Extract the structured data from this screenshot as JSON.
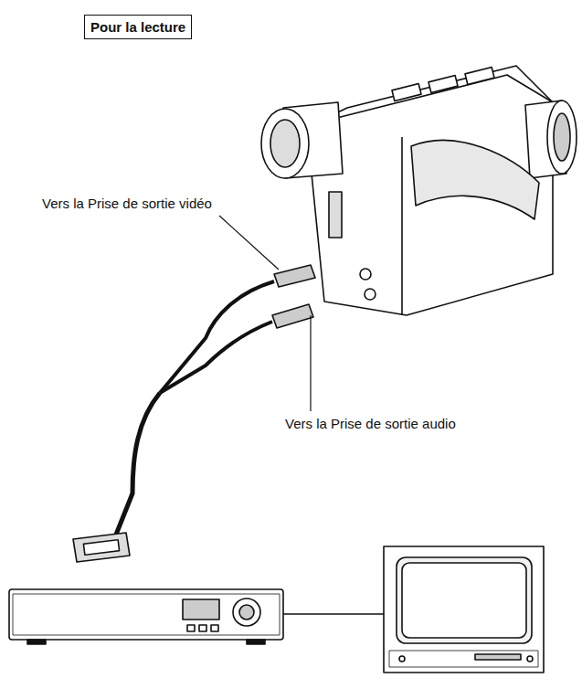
{
  "diagram": {
    "title": "Pour la lecture",
    "labels": [
      "Vers la Prise de sortie vidéo",
      "Vers la Prise de sortie audio"
    ]
  }
}
